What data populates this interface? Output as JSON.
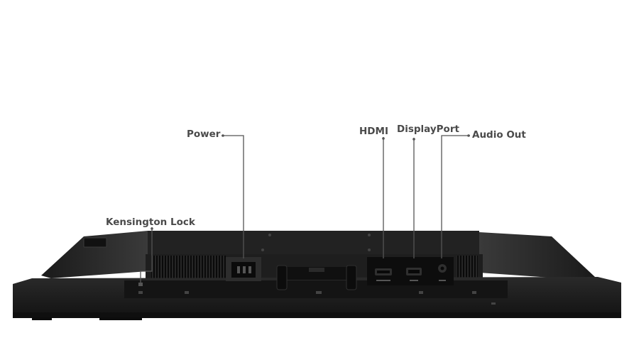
{
  "labels": {
    "power": "Power",
    "hdmi": "HDMI",
    "displayport": "DisplayPort",
    "audio_out": "Audio Out",
    "kensington_lock": "Kensington Lock"
  },
  "colors": {
    "background": "#ffffff",
    "label_text": "#4a4a4a",
    "callout_line": "#555555",
    "monitor_body": "#1b1b1b"
  }
}
